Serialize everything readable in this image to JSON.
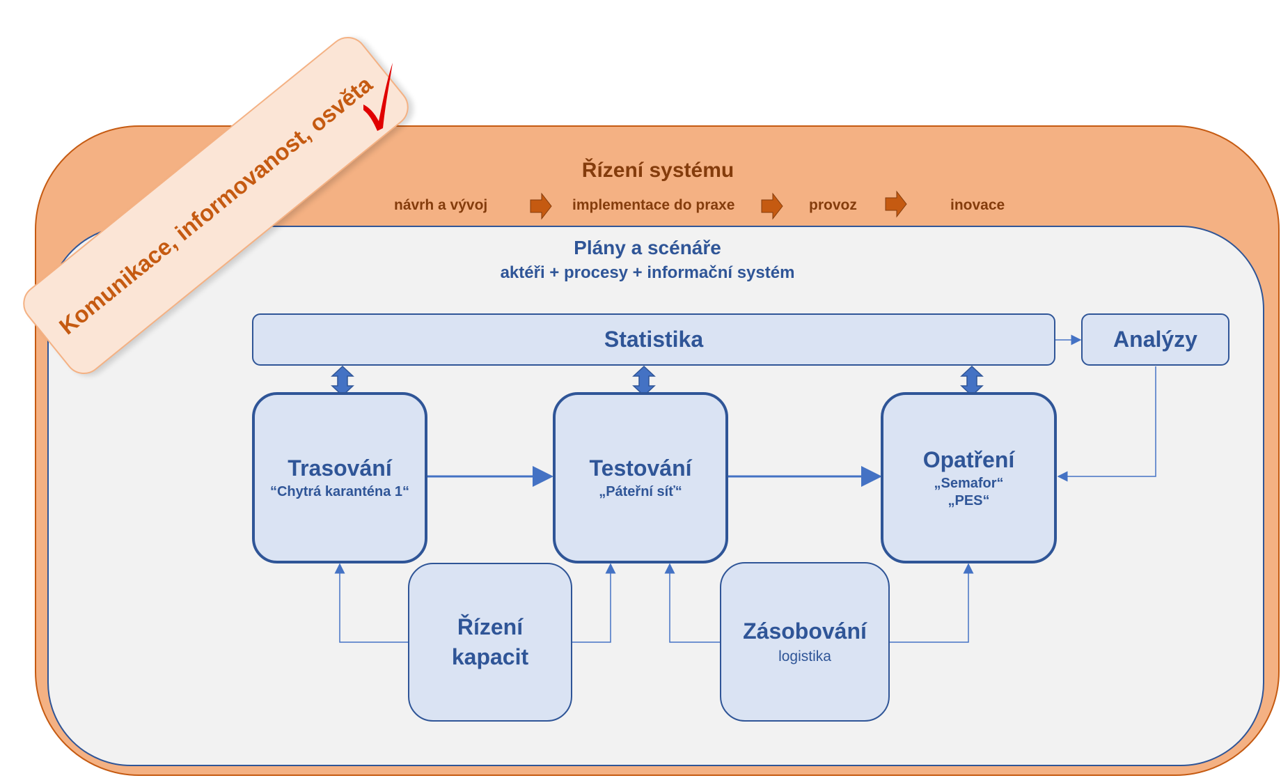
{
  "header": {
    "title": "Řízení systému",
    "steps": [
      "návrh a vývoj",
      "implementace do praxe",
      "provoz",
      "inovace"
    ]
  },
  "banner": {
    "text": "Komunikace, informovanost, osvěta",
    "check_icon": "checkmark-icon"
  },
  "plans": {
    "title": "Plány a scénáře",
    "subtitle": "aktéři + procesy + informační systém"
  },
  "boxes": {
    "statistika": {
      "title": "Statistika"
    },
    "analyzy": {
      "title": "Analýzy"
    },
    "trasovani": {
      "title": "Trasování",
      "subtitle": "“Chytrá karanténa 1“"
    },
    "testovani": {
      "title": "Testování",
      "subtitle": "„Páteřní síť“"
    },
    "opatreni": {
      "title": "Opatření",
      "subtitle1": "„Semafor“",
      "subtitle2": "„PES“"
    },
    "rizeni_kapacit": {
      "title_line1": "Řízení",
      "title_line2": "kapacit"
    },
    "zasobovani": {
      "title": "Zásobování",
      "subtitle": "logistika"
    }
  },
  "colors": {
    "outer_fill": "#f4b183",
    "outer_border": "#c55a11",
    "inner_fill": "#f2f2f2",
    "box_fill": "#dae3f3",
    "box_border": "#2f5597",
    "step_arrow": "#c55a11",
    "check": "#e00000"
  }
}
